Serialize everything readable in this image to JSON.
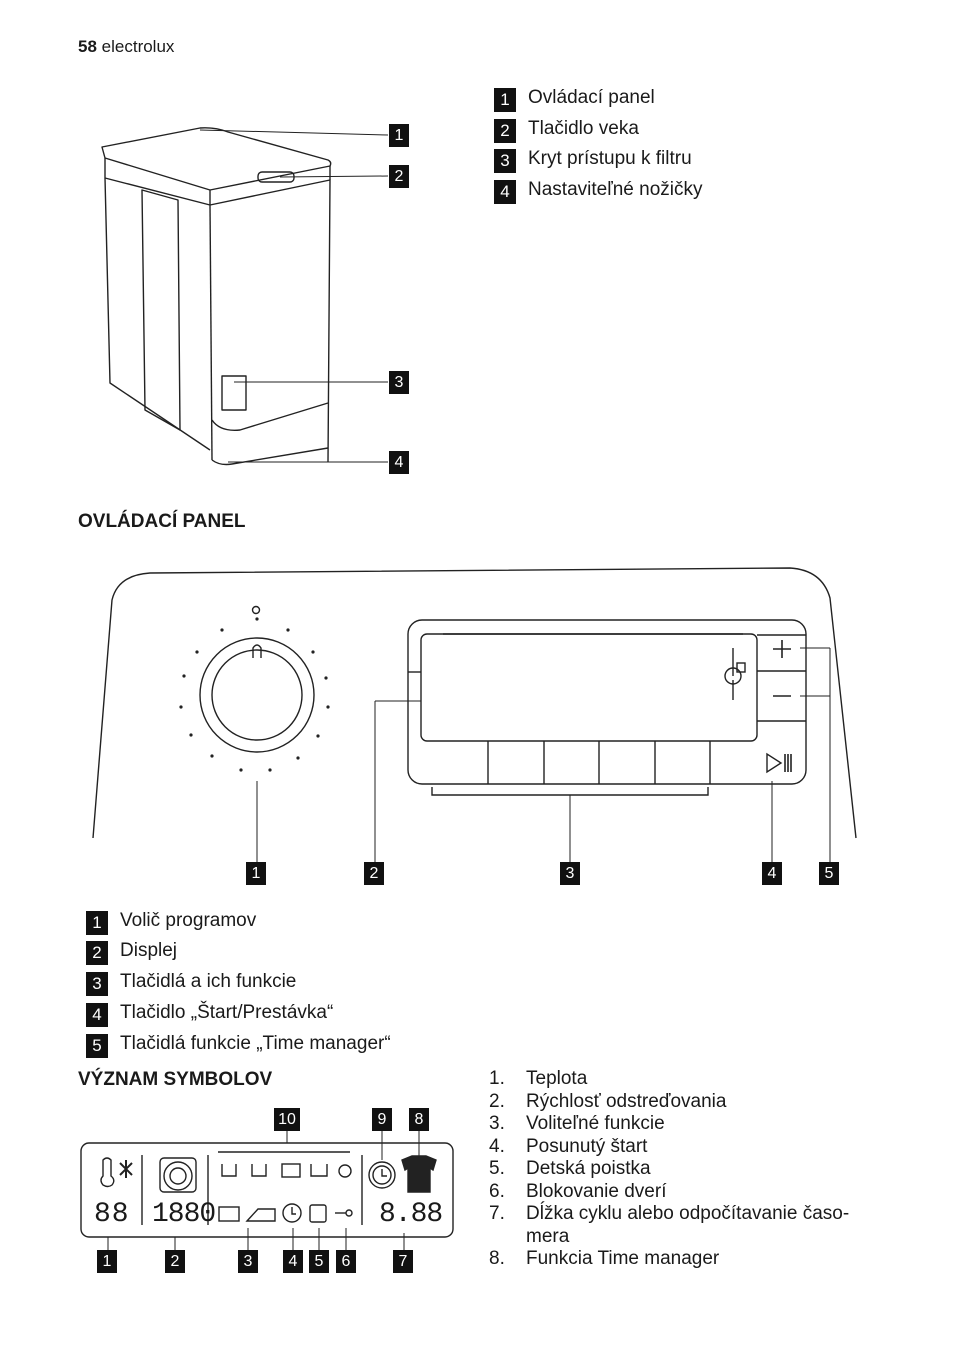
{
  "header": {
    "page_number": "58",
    "brand": "electrolux"
  },
  "appliance_legend": [
    {
      "num": "1",
      "label": "Ovládací panel"
    },
    {
      "num": "2",
      "label": "Tlačidlo veka"
    },
    {
      "num": "3",
      "label": "Kryt prístupu k filtru"
    },
    {
      "num": "4",
      "label": "Nastaviteľné nožičky"
    }
  ],
  "appliance_callouts": [
    "1",
    "2",
    "3",
    "4"
  ],
  "control_panel": {
    "heading": "OVLÁDACÍ PANEL",
    "callouts": [
      "1",
      "2",
      "3",
      "4",
      "5"
    ],
    "legend": [
      {
        "num": "1",
        "label": "Volič programov"
      },
      {
        "num": "2",
        "label": "Displej"
      },
      {
        "num": "3",
        "label": "Tlačidlá a ich funkcie"
      },
      {
        "num": "4",
        "label": "Tlačidlo „Štart/Prestávka“"
      },
      {
        "num": "5",
        "label": "Tlačidlá funkcie „Time manager“"
      }
    ],
    "plus_label": "+",
    "minus_label": "−"
  },
  "symbols": {
    "heading": "VÝZNAM SYMBOLOV",
    "display_temp": "88",
    "display_spin": "1880",
    "display_time": "8.88",
    "callouts": [
      "1",
      "2",
      "3",
      "4",
      "5",
      "6",
      "7",
      "8",
      "9",
      "10"
    ],
    "list": [
      {
        "num": "1.",
        "label": "Teplota"
      },
      {
        "num": "2.",
        "label": "Rýchlosť odstreďovania"
      },
      {
        "num": "3.",
        "label": "Voliteľné funkcie"
      },
      {
        "num": "4.",
        "label": "Posunutý štart"
      },
      {
        "num": "5.",
        "label": "Detská poistka"
      },
      {
        "num": "6.",
        "label": "Blokovanie dverí"
      },
      {
        "num": "7.",
        "label": "Dĺžka cyklu alebo odpočítavanie časo-mera"
      },
      {
        "num": "8.",
        "label": "Funkcia Time manager"
      }
    ]
  }
}
